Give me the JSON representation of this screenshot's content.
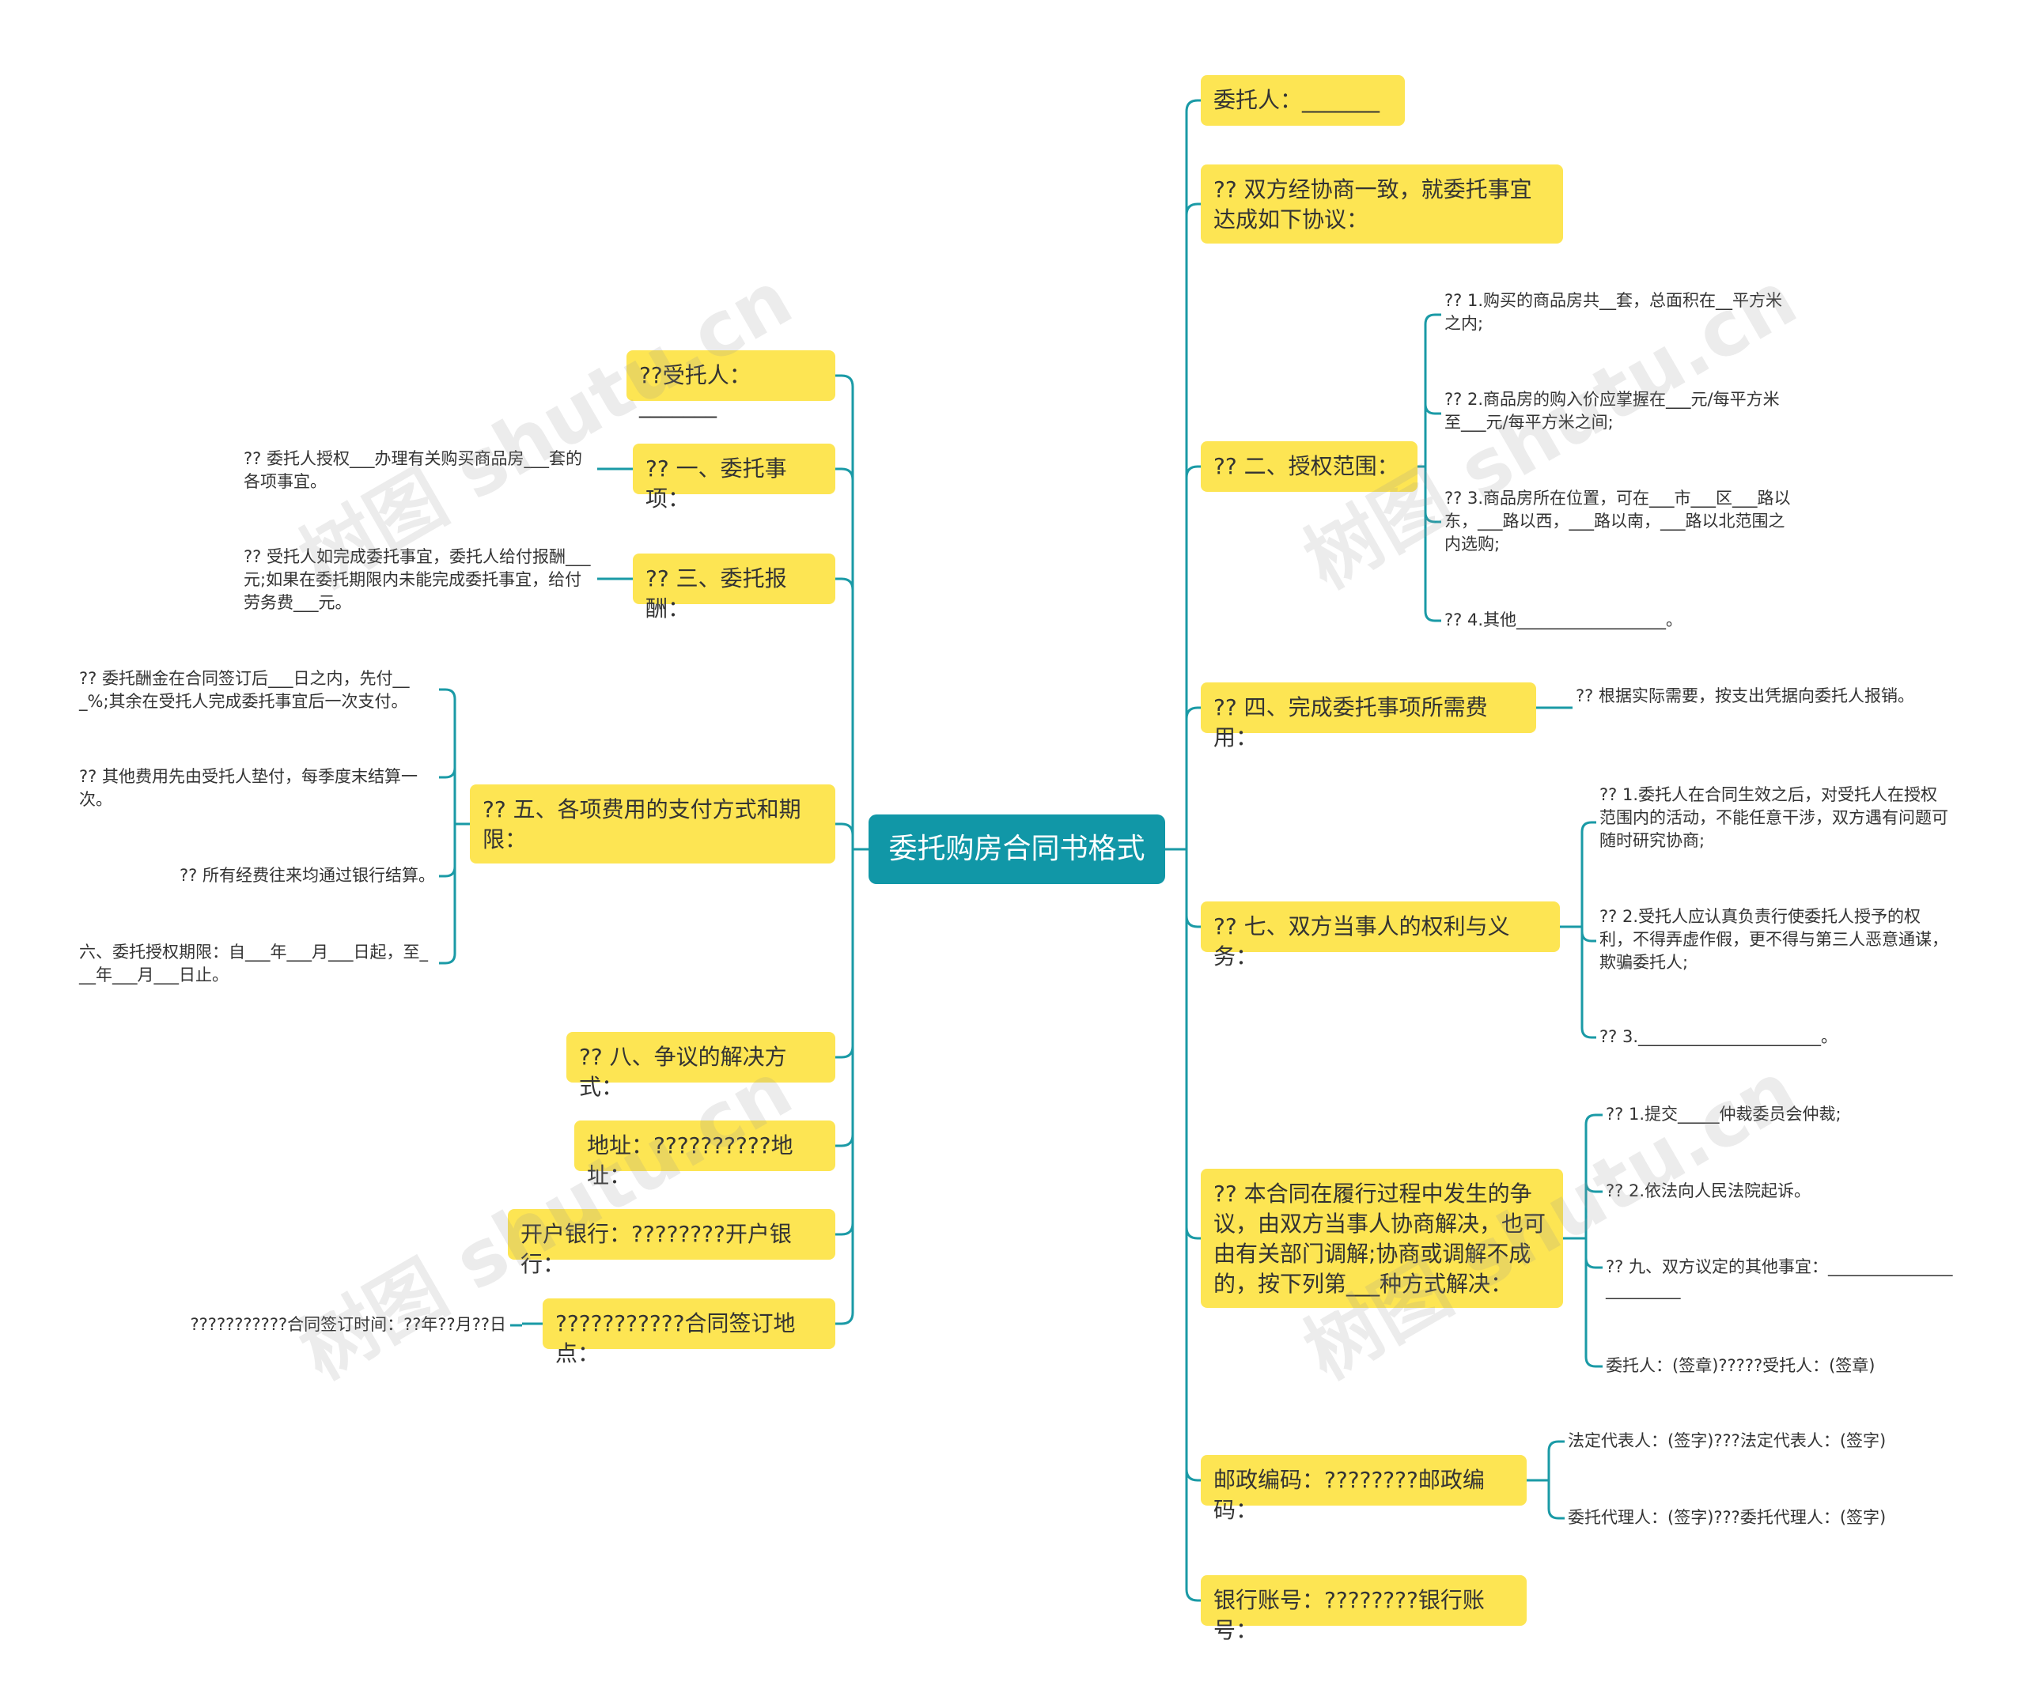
{
  "root": "委托购房合同书格式",
  "colors": {
    "root": "#1197a7",
    "branch": "#fde553",
    "line": "#1a9aa6",
    "text": "#333333"
  },
  "right": [
    {
      "label": "委托人：_______",
      "children": []
    },
    {
      "label": "?? 双方经协商一致，就委托事宜达成如下协议：",
      "children": []
    },
    {
      "label": "?? 二、授权范围：",
      "children": [
        "?? 1.购买的商品房共__套，总面积在__平方米之内;",
        "?? 2.商品房的购入价应掌握在___元/每平方米至___元/每平方米之间;",
        "?? 3.商品房所在位置，可在___市___区___路以东，___路以西，___路以南，___路以北范围之内选购;",
        "?? 4.其他__________________。"
      ]
    },
    {
      "label": "?? 四、完成委托事项所需费用：",
      "children": [
        "?? 根据实际需要，按支出凭据向委托人报销。"
      ]
    },
    {
      "label": "?? 七、双方当事人的权利与义务：",
      "children": [
        "?? 1.委托人在合同生效之后，对受托人在授权范围内的活动，不能任意干涉，双方遇有问题可随时研究协商;",
        "?? 2.受托人应认真负责行使委托人授予的权利，不得弄虚作假，更不得与第三人恶意通谋，欺骗委托人;",
        "?? 3.______________________。"
      ]
    },
    {
      "label": "?? 本合同在履行过程中发生的争议，由双方当事人协商解决，也可由有关部门调解;协商或调解不成的，按下列第___种方式解决：",
      "children": [
        "?? 1.提交_____仲裁委员会仲裁;",
        "?? 2.依法向人民法院起诉。",
        "?? 九、双方议定的其他事宜：________________________",
        "委托人：(签章)?????受托人：(签章)"
      ]
    },
    {
      "label": "邮政编码：????????邮政编码：",
      "children": [
        "法定代表人：(签字)???法定代表人：(签字)",
        "委托代理人：(签字)???委托代理人：(签字)"
      ]
    },
    {
      "label": "银行账号：????????银行账号：",
      "children": []
    }
  ],
  "left": [
    {
      "label": "??受托人：_______",
      "children": []
    },
    {
      "label": "?? 一、委托事项：",
      "children": [
        "?? 委托人授权___办理有关购买商品房___套的各项事宜。"
      ]
    },
    {
      "label": "?? 三、委托报酬：",
      "children": [
        "?? 受托人如完成委托事宜，委托人给付报酬___元;如果在委托期限内未能完成委托事宜，给付劳务费___元。"
      ]
    },
    {
      "label": "?? 五、各项费用的支付方式和期限：",
      "children": [
        "?? 委托酬金在合同签订后___日之内，先付___%;其余在受托人完成委托事宜后一次支付。",
        "?? 其他费用先由受托人垫付，每季度末结算一次。",
        "?? 所有经费往来均通过银行结算。",
        " 六、委托授权期限：自___年___月___日起，至___年___月___日止。"
      ]
    },
    {
      "label": "?? 八、争议的解决方式：",
      "children": []
    },
    {
      "label": "地址：??????????地址：",
      "children": []
    },
    {
      "label": "开户银行：????????开户银行：",
      "children": []
    },
    {
      "label": "???????????合同签订地点：",
      "children": [
        "???????????合同签订时间：??年??月??日"
      ]
    }
  ],
  "watermark": "树图 shutu.cn"
}
